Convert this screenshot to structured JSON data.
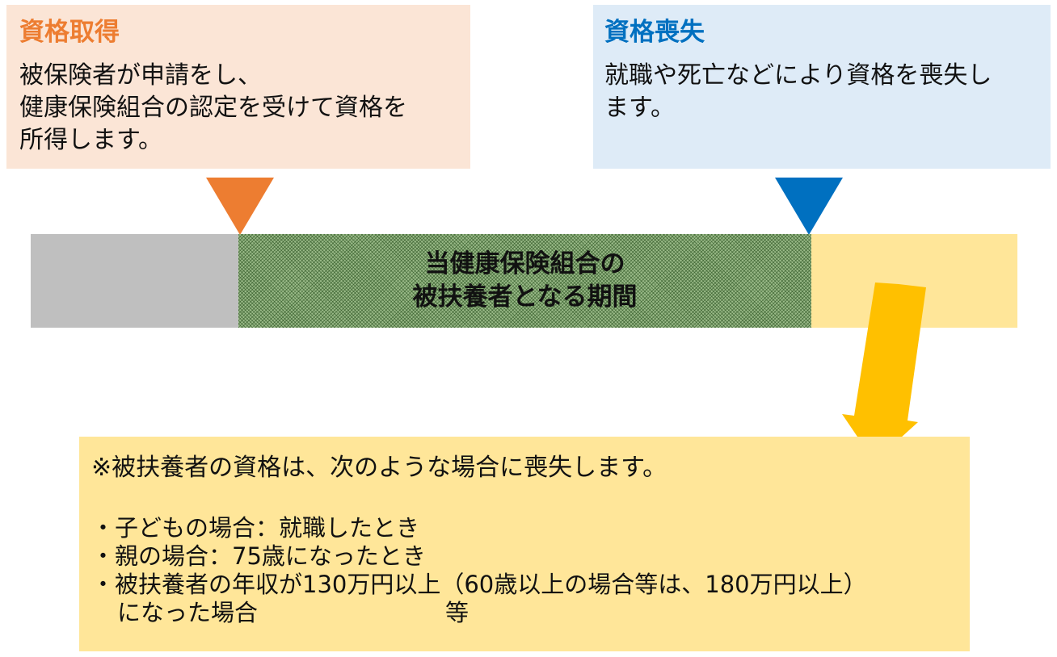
{
  "acquisition": {
    "title": "資格取得",
    "lines": [
      "被保険者が申請をし、",
      "健康保険組合の認定を受けて資格を",
      "所得します。"
    ],
    "color": "#ed7d31"
  },
  "loss": {
    "title": "資格喪失",
    "lines": [
      "就職や死亡などにより資格を喪失し",
      "ます。"
    ],
    "color": "#0070c0"
  },
  "timeline": {
    "period_lines": [
      "当健康保険組合の",
      "被扶養者となる期間"
    ]
  },
  "note": {
    "intro": "※被扶養者の資格は、次のような場合に喪失します。",
    "items": [
      "・子どもの場合：就職したとき",
      "・親の場合：75歳になったとき",
      "・被扶養者の年収が130万円以上（60歳以上の場合等は、180万円以上）"
    ],
    "continuation": "になった場合　　　　　　　　等"
  },
  "colors": {
    "acquisition_bg": "#fbe5d6",
    "loss_bg": "#deebf7",
    "before_bar": "#bfbfbf",
    "period_bar": "#9aba88",
    "after_bar": "#ffe699",
    "note_arrow": "#ffc000"
  }
}
